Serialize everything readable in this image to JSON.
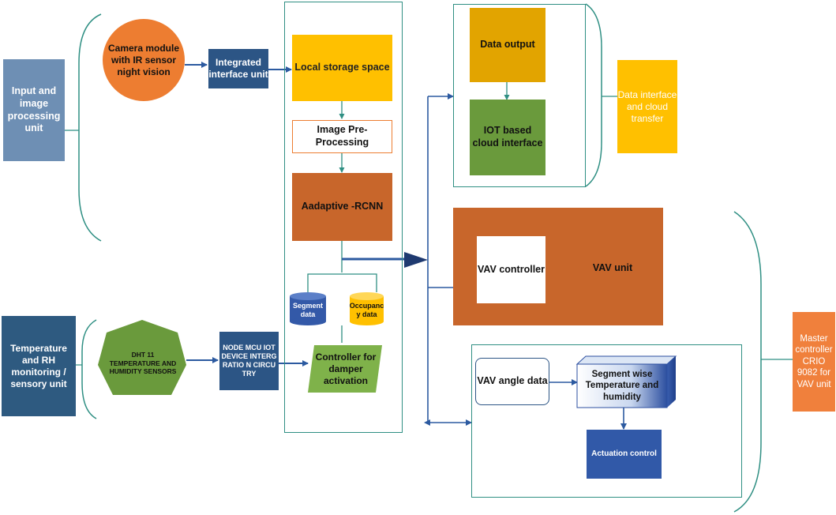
{
  "colors": {
    "frame": "#2f8f83",
    "arrow": "#2c5aa0",
    "navy": "#2c5585",
    "orange_circle": "#ed7d31",
    "yellow": "#ffc000",
    "rcnn": "#c8662b",
    "green": "#6a9a3c",
    "gold": "#e2a400",
    "side_blue": "#6e8fb4",
    "side_navy": "#2e5a80",
    "master": "#f0803c",
    "vav_block": "#c8662b"
  },
  "labels": {
    "input_unit": "Input and image processing unit",
    "temp_unit": "Temperature and RH monitoring / sensory unit",
    "camera": "Camera module with IR sensor night vision",
    "integrated": "Integrated interface unit",
    "local_storage": "Local storage space",
    "preprocessing": "Image Pre-Processing",
    "rcnn": "Aadaptive -RCNN",
    "segment_data": "Segment data",
    "occupancy_data": "Occupanc y data",
    "controller_damper": "Controller for damper activation",
    "dht": "DHT 11 TEMPERATURE AND HUMIDITY SENSORS",
    "nodemcu": "NODE MCU IOT DEVICE INTERGRATIO N CIRCUTRY",
    "data_output": "Data output",
    "iot_cloud": "IOT based cloud interface",
    "data_interface": "Data interface and cloud transfer",
    "vav_controller": "VAV controller",
    "vav_unit": "VAV unit",
    "vav_angle": "VAV angle data",
    "segment_temp": "Segment wise Temperature and humidity",
    "actuation": "Actuation control",
    "master": "Master controller CRIO 9082 for VAV unit"
  }
}
